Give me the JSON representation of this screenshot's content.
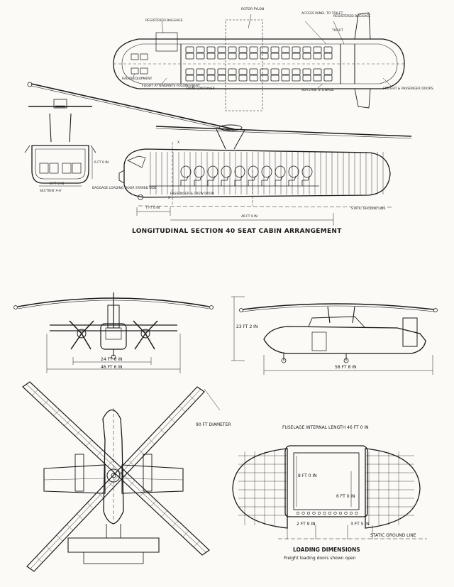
{
  "cabin_plan_labels": {
    "registered_baggage_fwd": "REGISTERED BAGGAGE",
    "rotor_pylon": "ROTOR PYLON",
    "access_panel": "ACCESS PANEL TO TOILET",
    "registered_baggage_aft": "REGISTERED BAGGAGE",
    "toilet": "TOILET",
    "radio_equipment": "RADIO EQUIPMENT",
    "flight_attendant_seat": "FLIGHT ATTENDANTS FOLDING SEAT",
    "food_container": "FOOD CONTAINER",
    "suitcase_stowage": "SUITCASE STOWAGE",
    "freight_passenger_doors": "FREIGHT & PASSENGER DOORS"
  },
  "section_view": {
    "section_label": "SECTION 'A-A'",
    "width_dim": "8 FT 0 IN",
    "height_dim": "6 FT 0 IN"
  },
  "longitudinal_labels": {
    "baggage_door": "BAGGAGE LOADING DOOR STARBD SIDE",
    "passenger_crew_door": "PASSENGER & CREW DOOR",
    "dim_7ft": "7 FT 0 IN",
    "dim_46ft": "46 FT 0 IN",
    "static_ground_line": "STATIC GROUND LINE",
    "marker_x": "X"
  },
  "caption_top": "LONGITUDINAL SECTION 40 SEAT CABIN ARRANGEMENT",
  "front_view": {
    "dim_24ft": "24 FT 6 IN",
    "dim_46ft": "46 FT 6 IN"
  },
  "side_view": {
    "dim_height": "23 FT 2 IN",
    "dim_length": "58 FT 8 IN"
  },
  "plan_view": {
    "rotor_diameter": "90 FT DIAMETER"
  },
  "loading": {
    "internal_length": "FUSELAGE INTERNAL LENGTH 46 FT 0 IN",
    "width_dim": "8 FT 0 IN",
    "height_dim": "6 FT 0 IN",
    "dim_left": "2 FT 9 IN",
    "dim_right": "3 FT 5 IN",
    "ground_line": "STATIC GROUND LINE",
    "title": "LOADING DIMENSIONS",
    "subtitle": "Freight loading doors shown open"
  }
}
